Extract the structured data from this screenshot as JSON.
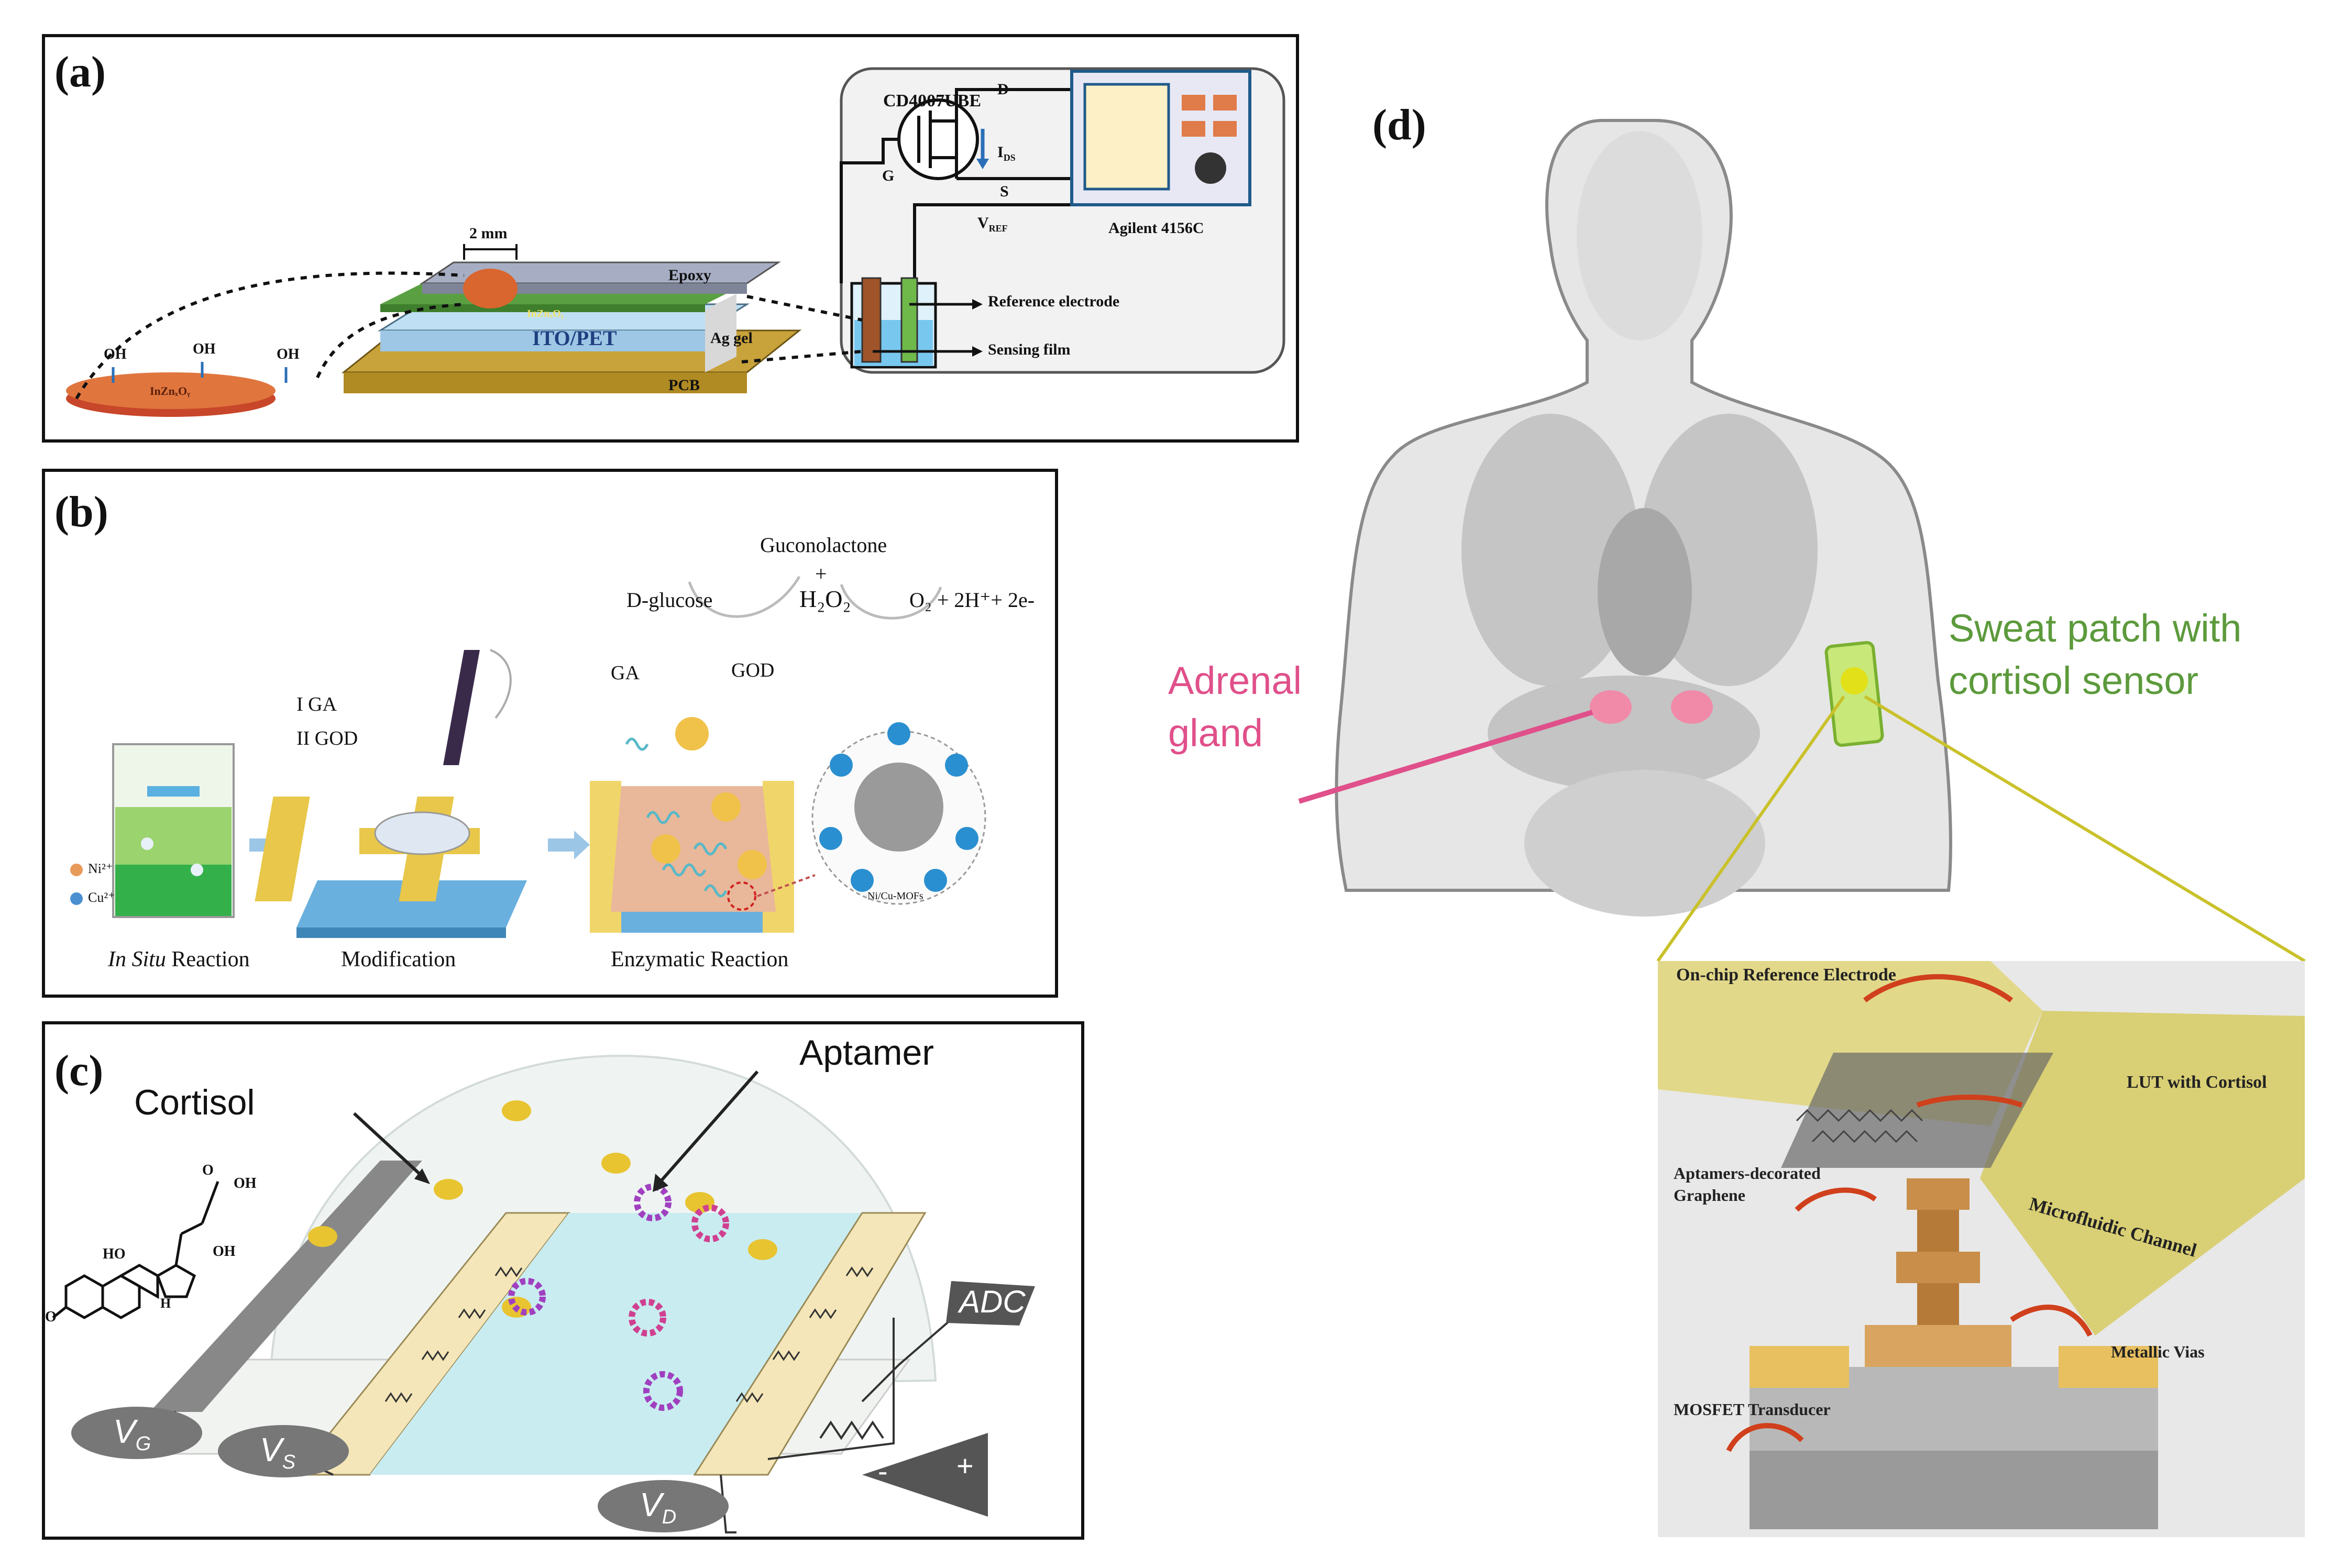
{
  "panel_a": {
    "label": "(a)",
    "mosfet": "CD4007UBE",
    "d": "D",
    "g": "G",
    "s": "S",
    "ids": "I",
    "ids_sub": "DS",
    "vref": "V",
    "vref_sub": "REF",
    "instrument": "Agilent 4156C",
    "ref_electrode": "Reference electrode",
    "sensing_film": "Sensing film",
    "size": "2 mm",
    "epoxy": "Epoxy",
    "ag_gel": "Ag gel",
    "izo_layer": "InZnₓOᵧ",
    "ito": "ITO/PET",
    "pcb": "PCB",
    "oh": "OH",
    "disk": "InZnₓOᵧ"
  },
  "panel_b": {
    "label": "(b)",
    "gluconolactone": "Guconolactone",
    "plus": "+",
    "h2o2": "H₂O₂",
    "dglucose": "D-glucose",
    "products": "O₂ + 2H⁺+ 2e-",
    "ga": "GA",
    "god": "GOD",
    "step1": "I GA",
    "step2": "II GOD",
    "ni": "Ni²⁺",
    "cu": "Cu²⁺",
    "mof": "Ni/Cu-MOFs",
    "stage1_italic": "In Situ",
    "stage1_rest": " Reaction",
    "stage2": "Modification",
    "stage3": "Enzymatic Reaction"
  },
  "panel_c": {
    "label": "(c)",
    "cortisol": "Cortisol",
    "aptamer": "Aptamer",
    "adc": "ADC",
    "minus": "-",
    "plus": "+",
    "vg": "V",
    "vg_sub": "G",
    "vs": "V",
    "vs_sub": "S",
    "vd": "V",
    "vd_sub": "D",
    "oh1": "OH",
    "oh2": "HO",
    "oh3": "OH",
    "h": "H",
    "o1": "O",
    "o2": "O"
  },
  "panel_d": {
    "label": "(d)",
    "adrenal_line1": "Adrenal",
    "adrenal_line2": "gland",
    "sweat_line1": "Sweat patch with",
    "sweat_line2": "cortisol sensor",
    "onchip": "On-chip Reference Electrode",
    "lut": "LUT with Cortisol",
    "aptamers_line1": "Aptamers-decorated",
    "aptamers_line2": "Graphene",
    "microfluidic": "Microfluidic Channel",
    "vias": "Metallic Vias",
    "mosfet": "MOSFET Transducer"
  },
  "colors": {
    "adrenal": "#e0508a",
    "sweat": "#5c9a3c",
    "gold": "#d4b24a",
    "pcb": "#c8a23a",
    "ito": "#9ec7e6",
    "orange_disk": "#d9652f",
    "callout": "#c9c12a"
  }
}
